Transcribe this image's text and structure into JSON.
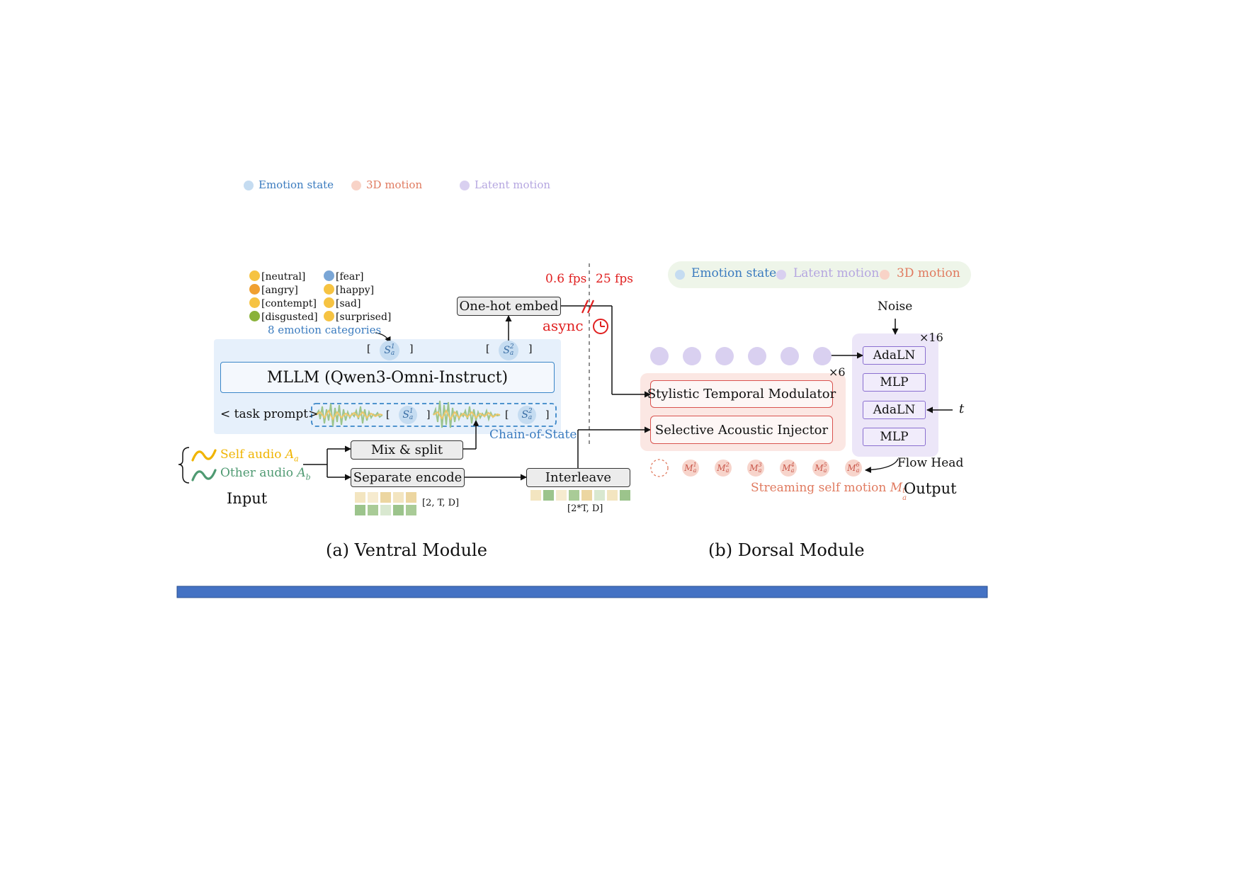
{
  "legend_top": [
    {
      "label": "Emotion state",
      "color": "#c5dcf1",
      "text_color": "#3a7bbf"
    },
    {
      "label": "3D motion",
      "color": "#f8d3c7",
      "text_color": "#e07a5f"
    },
    {
      "label": "Latent motion",
      "color": "#d9d0f0",
      "text_color": "#b5a6e0"
    }
  ],
  "legend_right": [
    {
      "label": "Emotion state",
      "color": "#c5dcf1",
      "text_color": "#3a7bbf"
    },
    {
      "label": "Latent motion",
      "color": "#d9d0f0",
      "text_color": "#b5a6e0"
    },
    {
      "label": "3D motion",
      "color": "#f8d3c7",
      "text_color": "#e07a5f"
    }
  ],
  "emotions_left": [
    "[neutral]",
    "[angry]",
    "[contempt]",
    "[disgusted]"
  ],
  "emotions_right": [
    "[fear]",
    "[happy]",
    "[sad]",
    "[surprised]"
  ],
  "emotion_categories": "8 emotion categories",
  "ventral": {
    "mllm": "MLLM (Qwen3-Omni-Instruct)",
    "task_prompt": "< task prompt>",
    "chain_of_state": "Chain-of-State",
    "one_hot": "One-hot embed",
    "mix_split": "Mix & split",
    "separate_encode": "Separate encode",
    "interleave": "Interleave",
    "shape1": "[2, T, D]",
    "shape2": "[2*T, D]",
    "self_audio": "Self audio",
    "self_audio_sym": "A",
    "self_audio_sub": "a",
    "other_audio": "Other audio",
    "other_audio_sym": "A",
    "other_audio_sub": "b",
    "input": "Input",
    "state1_sub": "a",
    "state1_sup": "1",
    "state2_sub": "a",
    "state2_sup": "2",
    "state_sym": "S",
    "bracket_open": "[",
    "bracket_close": "]"
  },
  "timing": {
    "fps_left": "0.6 fps",
    "fps_right": "25 fps",
    "async": "async"
  },
  "dorsal": {
    "stm": "Stylistic Temporal Modulator",
    "sai": "Selective Acoustic Injector",
    "x6": "×6",
    "x16": "×16",
    "noise": "Noise",
    "adaln1": "AdaLN",
    "mlp1": "MLP",
    "adaln2": "AdaLN",
    "mlp2": "MLP",
    "t": "t",
    "flow_head": "Flow Head",
    "streaming": "Streaming self motion",
    "streaming_sym": "M",
    "streaming_sub": "a",
    "streaming_sup": "t",
    "output": "Output",
    "motion_sym": "M",
    "motion_sub": "a",
    "motion_sups": [
      "1",
      "2",
      "3",
      "4",
      "5",
      "6"
    ]
  },
  "captions": {
    "ventral": "(a) Ventral Module",
    "dorsal": "(b) Dorsal Module"
  },
  "colors": {
    "emotion_state": "#c5dcf1",
    "latent_motion": "#d9d0f0",
    "motion_3d": "#f8d3c7",
    "ventral_bg": "#e6f0fb",
    "dorsal_red_bg": "#fbe7e3",
    "dorsal_purple_bg": "#ece6f8",
    "bar": "#4472c4",
    "self_audio": "#f0b400",
    "other_audio": "#4f9a72",
    "timing_red": "#e02020"
  },
  "grid_shape1_row1": [
    "#f3e5c0",
    "#f6ebcf",
    "#ecd6a1",
    "#f3e5c0",
    "#ecd6a1"
  ],
  "grid_shape1_row2": [
    "#9cc48c",
    "#a9cb97",
    "#d9e8d0",
    "#9cc48c",
    "#a9cb97"
  ],
  "grid_shape2": [
    "#f3e5c0",
    "#9cc48c",
    "#f6ebcf",
    "#a9cb97",
    "#ecd6a1",
    "#d9e8d0",
    "#f3e5c0",
    "#9cc48c"
  ]
}
